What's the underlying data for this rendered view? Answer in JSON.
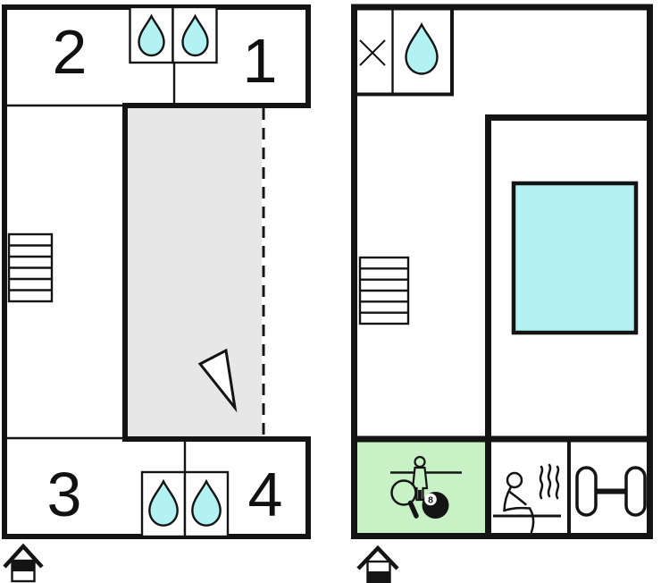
{
  "colors": {
    "wall": "#141414",
    "water": "#b2f2f2",
    "terrace": "#e7e7e7",
    "games_room": "#c8f2c5",
    "white": "#ffffff"
  },
  "upper_floor": {
    "room_labels": {
      "r2": "2",
      "r1": "1",
      "r3": "3",
      "r4": "4"
    },
    "icons": {
      "bathroom_top": "water-drop-icon x2",
      "bathroom_bottom": "water-drop-icon x2",
      "stairs": "stairs-icon",
      "terrace": "gray-terrace-area",
      "open_edge": "dashed-open-edge",
      "compass": "triangle-arrow-icon",
      "entrance": "house-icon-top-half-filled"
    }
  },
  "ground_floor": {
    "eight_ball_label": "8",
    "icons": {
      "wc_cross": "cross-icon",
      "bathroom": "water-drop-icon",
      "stairs": "stairs-icon",
      "pool": "swimming-pool-area",
      "games": "foosball-table-tennis-eightball-icon",
      "sauna": "sauna-person-steam-icon",
      "gym": "dumbbell-icon",
      "entrance": "house-icon-bottom-half-filled"
    }
  }
}
